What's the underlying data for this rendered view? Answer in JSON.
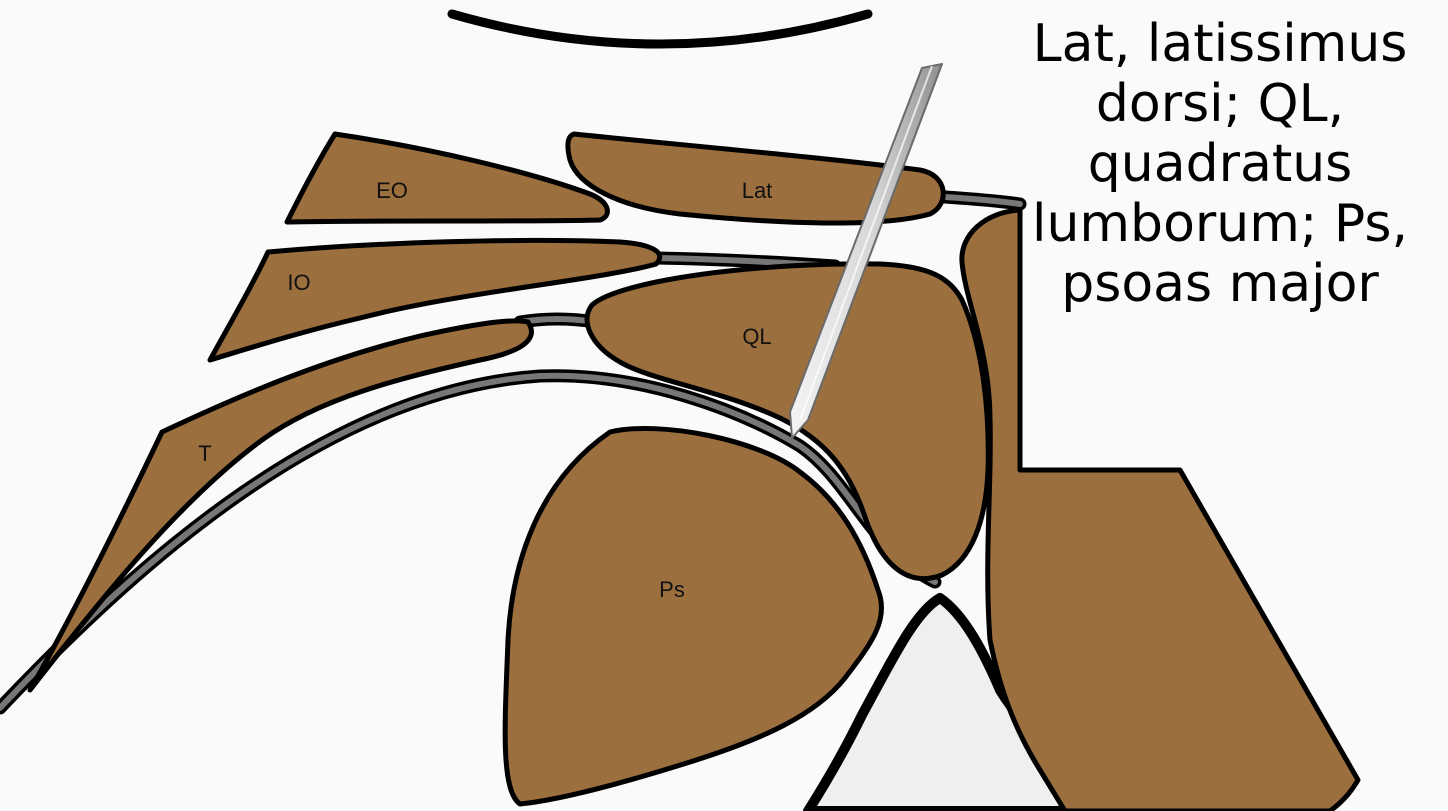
{
  "muscles": [
    {
      "key": "external_oblique",
      "label": "EO"
    },
    {
      "key": "latissimus_dorsi",
      "label": "Lat"
    },
    {
      "key": "internal_oblique",
      "label": "IO"
    },
    {
      "key": "quadratus_lumborum",
      "label": "QL"
    },
    {
      "key": "transversus",
      "label": "T"
    },
    {
      "key": "psoas_major",
      "label": "Ps"
    }
  ],
  "legend_lines": [
    "Lat, latissimus",
    "dorsi; QL,",
    "quadratus",
    "lumborum; Ps,",
    "psoas major"
  ],
  "colors": {
    "muscle_fill": "#9c6f3f",
    "outline": "#000000",
    "fascia": "#777777",
    "needle_light": "#f2f2f2",
    "needle_dark": "#9a9a9a",
    "vertebral_body": "#efefef",
    "background": "#fafafa"
  }
}
